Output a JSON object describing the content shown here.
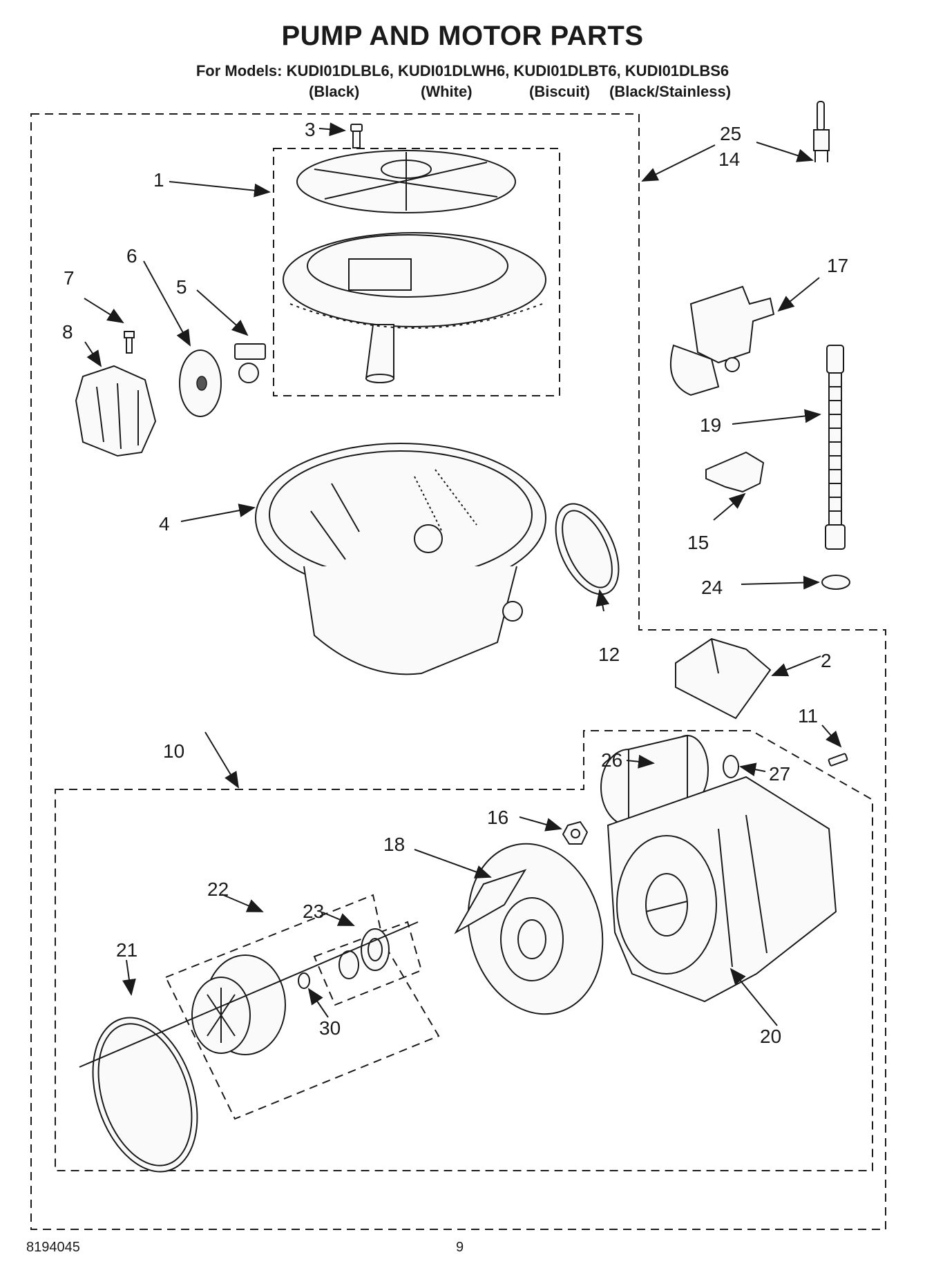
{
  "title": "PUMP AND MOTOR PARTS",
  "models_line": "For Models: KUDI01DLBL6, KUDI01DLWH6, KUDI01DLBT6, KUDI01DLBS6",
  "colors": [
    "(Black)",
    "(White)",
    "(Biscuit)",
    "(Black/Stainless)"
  ],
  "callouts": {
    "c1": "1",
    "c2": "2",
    "c3": "3",
    "c4": "4",
    "c5": "5",
    "c6": "6",
    "c7": "7",
    "c8": "8",
    "c10": "10",
    "c11": "11",
    "c12": "12",
    "c14": "14",
    "c15": "15",
    "c16": "16",
    "c17": "17",
    "c18": "18",
    "c19": "19",
    "c20": "20",
    "c21": "21",
    "c22": "22",
    "c23": "23",
    "c24": "24",
    "c25": "25",
    "c26": "26",
    "c27": "27",
    "c30": "30"
  },
  "footer": {
    "doc_number": "8194045",
    "page": "9"
  }
}
